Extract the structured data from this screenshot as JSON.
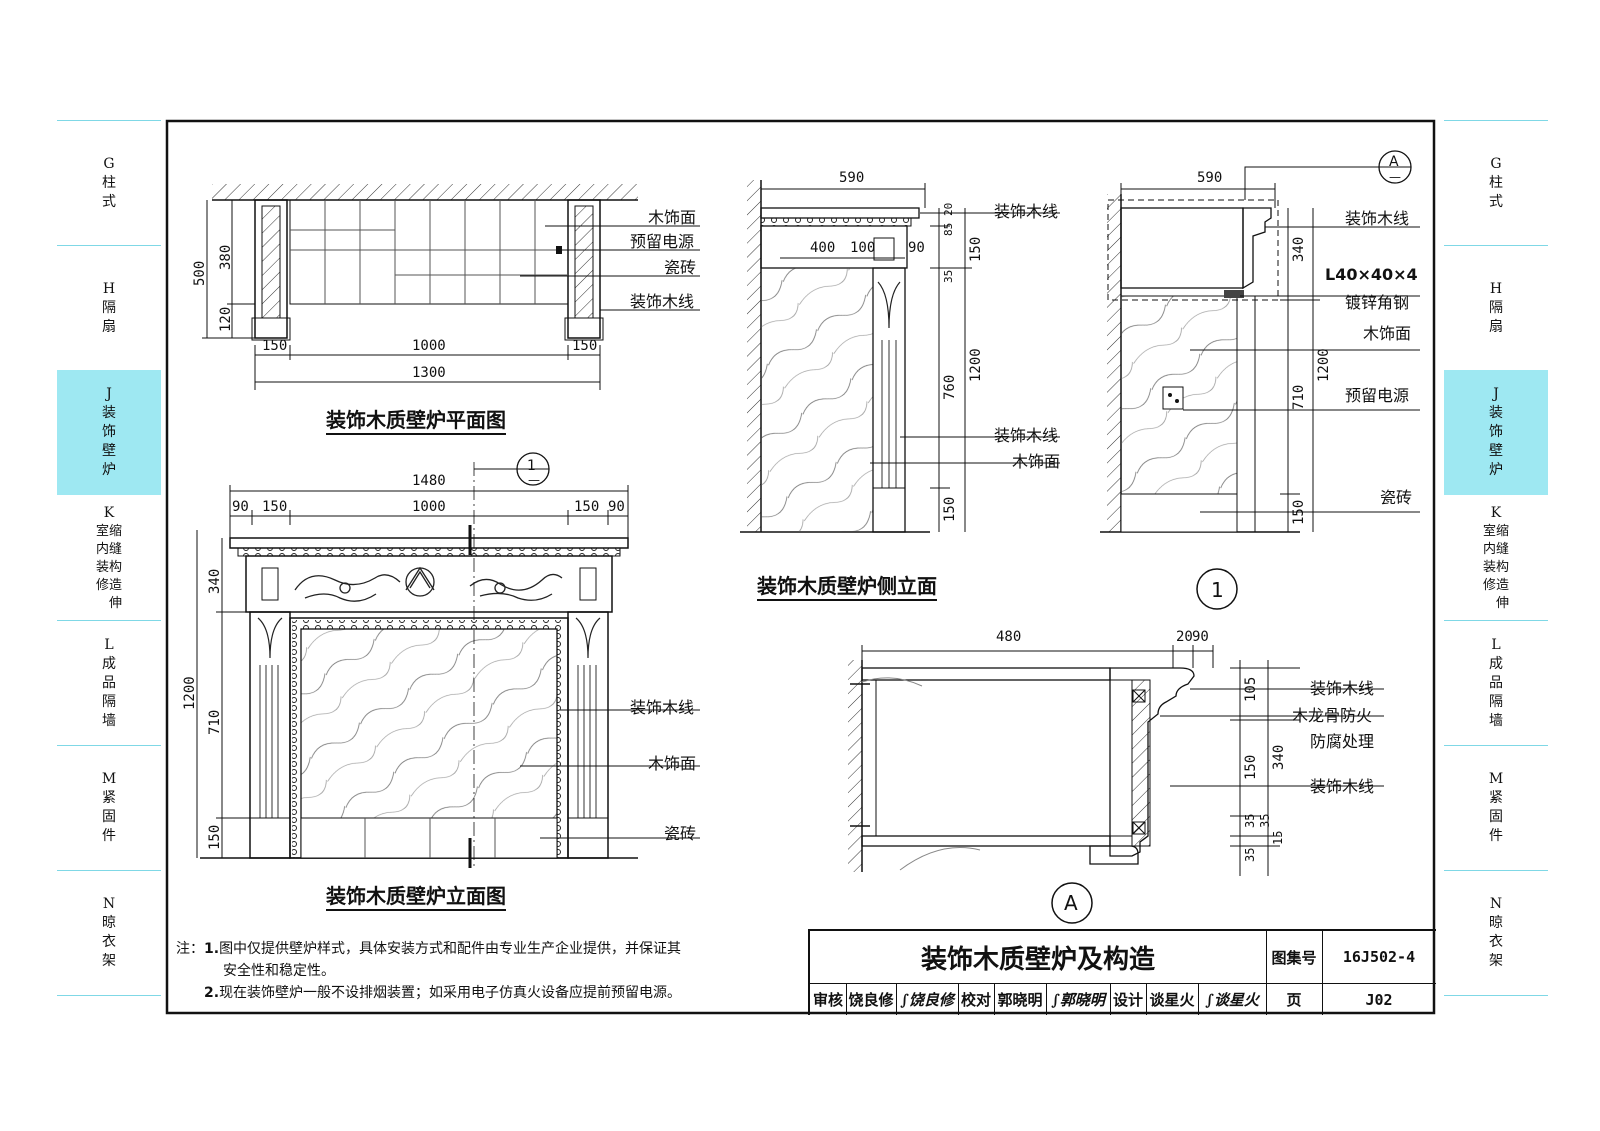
{
  "side_tabs": [
    {
      "code": "G",
      "name": "柱式",
      "active": false
    },
    {
      "code": "H",
      "name": "隔扇",
      "active": false
    },
    {
      "code": "J",
      "name": "装饰壁炉",
      "active": true
    },
    {
      "code": "K",
      "name": "室内装修",
      "name2": "缩缝构造伸",
      "active": false
    },
    {
      "code": "L",
      "name": "成品隔墙",
      "active": false
    },
    {
      "code": "M",
      "name": "紧固件",
      "active": false
    },
    {
      "code": "N",
      "name": "晾衣架",
      "active": false
    }
  ],
  "plan": {
    "title": "装饰木质壁炉平面图",
    "labels": [
      "木饰面",
      "预留电源",
      "瓷砖",
      "装饰木线"
    ],
    "dims": {
      "d500": "500",
      "d380": "380",
      "d120": "120",
      "d150a": "150",
      "d1000": "1000",
      "d150b": "150",
      "d1300": "1300"
    }
  },
  "elevation": {
    "title": "装饰木质壁炉立面图",
    "section_mark": "1",
    "labels": [
      "装饰木线",
      "木饰面",
      "瓷砖"
    ],
    "dims": {
      "d1480": "1480",
      "d90a": "90",
      "d150a": "150",
      "d1000": "1000",
      "d150b": "150",
      "d90b": "90",
      "d340": "340",
      "d1200": "1200",
      "d710": "710",
      "d150v": "150"
    }
  },
  "side": {
    "title": "装饰木质壁炉侧立面",
    "labels": [
      "装饰木线",
      "装饰木线",
      "木饰面"
    ],
    "dims": {
      "d590": "590",
      "d400": "400",
      "d100": "100",
      "d90": "90",
      "d20": "20",
      "d85": "85",
      "d150": "150",
      "d35": "35",
      "d760": "760",
      "d1200": "1200",
      "d150b": "150"
    }
  },
  "section1": {
    "mark": "1",
    "detail_ref": "A",
    "labels": [
      "装饰木线",
      "L40×40×4",
      "镀锌角钢",
      "木饰面",
      "预留电源",
      "瓷砖"
    ],
    "dims": {
      "d590": "590",
      "d340": "340",
      "d1200": "1200",
      "d710": "710",
      "d150": "150"
    }
  },
  "detailA": {
    "mark": "A",
    "labels": [
      "装饰木线",
      "木龙骨防火",
      "防腐处理",
      "装饰木线"
    ],
    "dims": {
      "d480": "480",
      "d20": "20",
      "d90": "90",
      "d105": "105",
      "d340": "340",
      "d150": "150",
      "d35a": "35",
      "d15": "15",
      "d35b": "35",
      "d35c": "35"
    }
  },
  "notes": {
    "prefix": "注：",
    "items": [
      {
        "num": "1.",
        "text": "图中仅提供壁炉样式，具体安装方式和配件由专业生产企业提供，并保证其",
        "text2": "安全性和稳定性。"
      },
      {
        "num": "2.",
        "text": "现在装饰壁炉一般不设排烟装置；如采用电子仿真火设备应提前预留电源。"
      }
    ]
  },
  "title_block": {
    "title": "装饰木质壁炉及构造",
    "atlas_label": "图集号",
    "atlas_no": "16J502-4",
    "page_label": "页",
    "page_no": "J02",
    "review_label": "审核",
    "reviewer": "饶良修",
    "check_label": "校对",
    "checker": "郭晓明",
    "design_label": "设计",
    "designer": "谈星火"
  }
}
